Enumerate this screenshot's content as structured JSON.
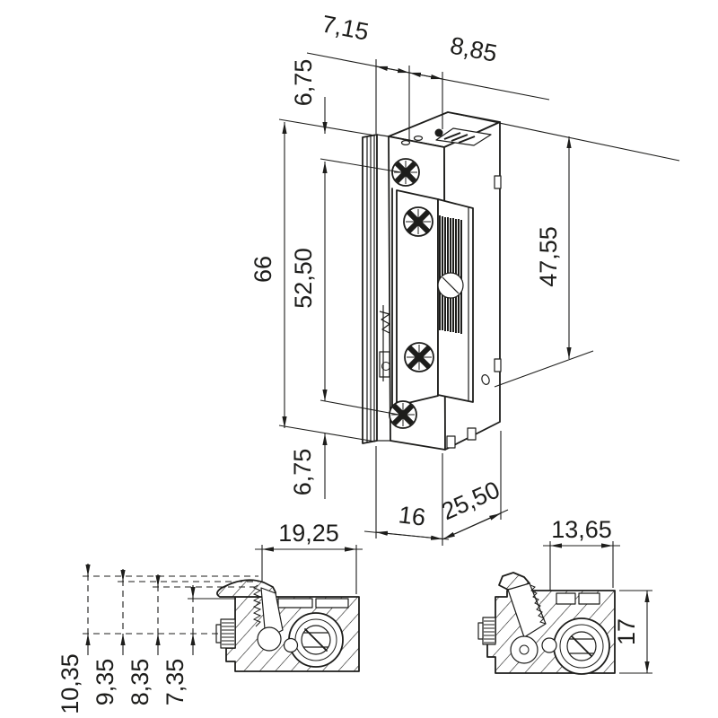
{
  "drawing": {
    "title": "electric-strike-dimension-drawing",
    "ink": "#1d1d1b",
    "background": "#ffffff",
    "main_view": {
      "dim_top_left": "7,15",
      "dim_top_right": "8,85",
      "dim_offset_top": "6,75",
      "dim_total_height": "66",
      "dim_screw_spacing": "52,50",
      "dim_body_height": "47,55",
      "dim_offset_bottom": "6,75",
      "dim_depth_front": "16",
      "dim_depth_total": "25,50"
    },
    "left_section": {
      "dim_width": "19,25",
      "dim_latch_position_1": "10,35",
      "dim_latch_position_2": "9,35",
      "dim_latch_position_3": "8,35",
      "dim_latch_position_4": "7,35"
    },
    "right_section": {
      "dim_width": "13,65",
      "dim_height": "17"
    }
  }
}
